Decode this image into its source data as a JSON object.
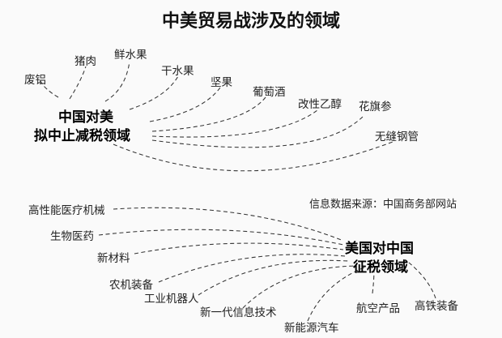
{
  "title": "中美贸易战涉及的领域",
  "source_note": "信息数据来源：中国商务部网站",
  "group_china": {
    "hub_line1": "中国对美",
    "hub_line2": "拟中止减税领域",
    "items": [
      "废铝",
      "猪肉",
      "鲜水果",
      "干水果",
      "坚果",
      "葡萄酒",
      "改性乙醇",
      "花旗参",
      "无缝钢管"
    ]
  },
  "group_us": {
    "hub_line1": "美国对中国",
    "hub_line2": "征税领域",
    "items": [
      "高性能医疗机械",
      "生物医药",
      "新材料",
      "农机装备",
      "工业机器人",
      "新一代信息技术",
      "新能源汽车",
      "航空产品",
      "高铁装备"
    ]
  },
  "colors": {
    "background": "#fafafa",
    "text": "#1a1a1a",
    "dashed_line": "#333333"
  }
}
